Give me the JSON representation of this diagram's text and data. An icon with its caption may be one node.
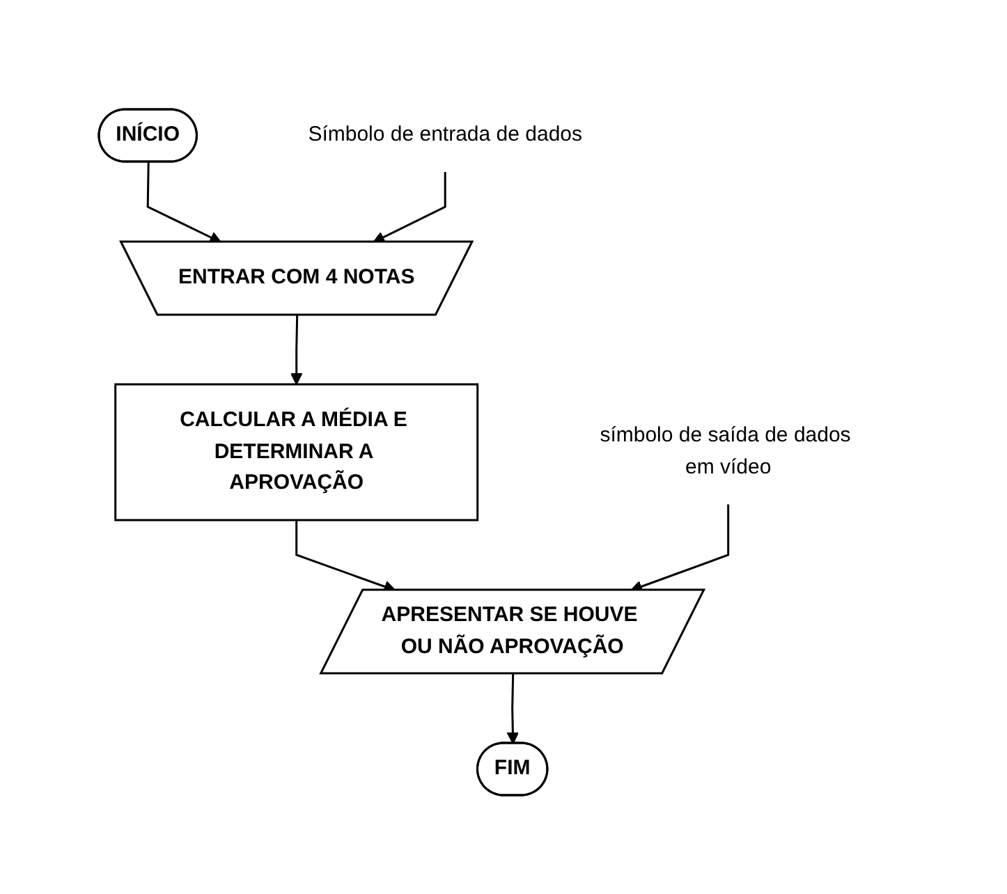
{
  "diagram": {
    "nodes": [
      {
        "text": [
          "INÍCIO"
        ]
      },
      {
        "text": [
          "ENTRAR COM 4 NOTAS"
        ]
      },
      {
        "text": [
          "CALCULAR A MÉDIA E DETERMINAR A APROVAÇÃO"
        ]
      },
      {
        "text": [
          "APRESENTAR SE HOUVE OU NÃO APROVAÇÃO"
        ]
      },
      {
        "text": [
          "FIM"
        ]
      },
      {
        "text": [
          "Símbolo de entrada de dados"
        ]
      },
      {
        "text": [
          "símbolo de saída de dados em vídeo"
        ]
      }
    ],
    "edges": [
      {
        "from": 0,
        "to": 1,
        "arrow": "to"
      },
      {
        "from": 1,
        "to": 2,
        "arrow": "to"
      },
      {
        "from": 2,
        "to": 3,
        "arrow": "to"
      },
      {
        "from": 3,
        "to": 4,
        "arrow": "to"
      },
      {
        "from": 5,
        "to": 1,
        "arrow": "to"
      },
      {
        "from": 6,
        "to": 3,
        "arrow": "to"
      }
    ]
  }
}
